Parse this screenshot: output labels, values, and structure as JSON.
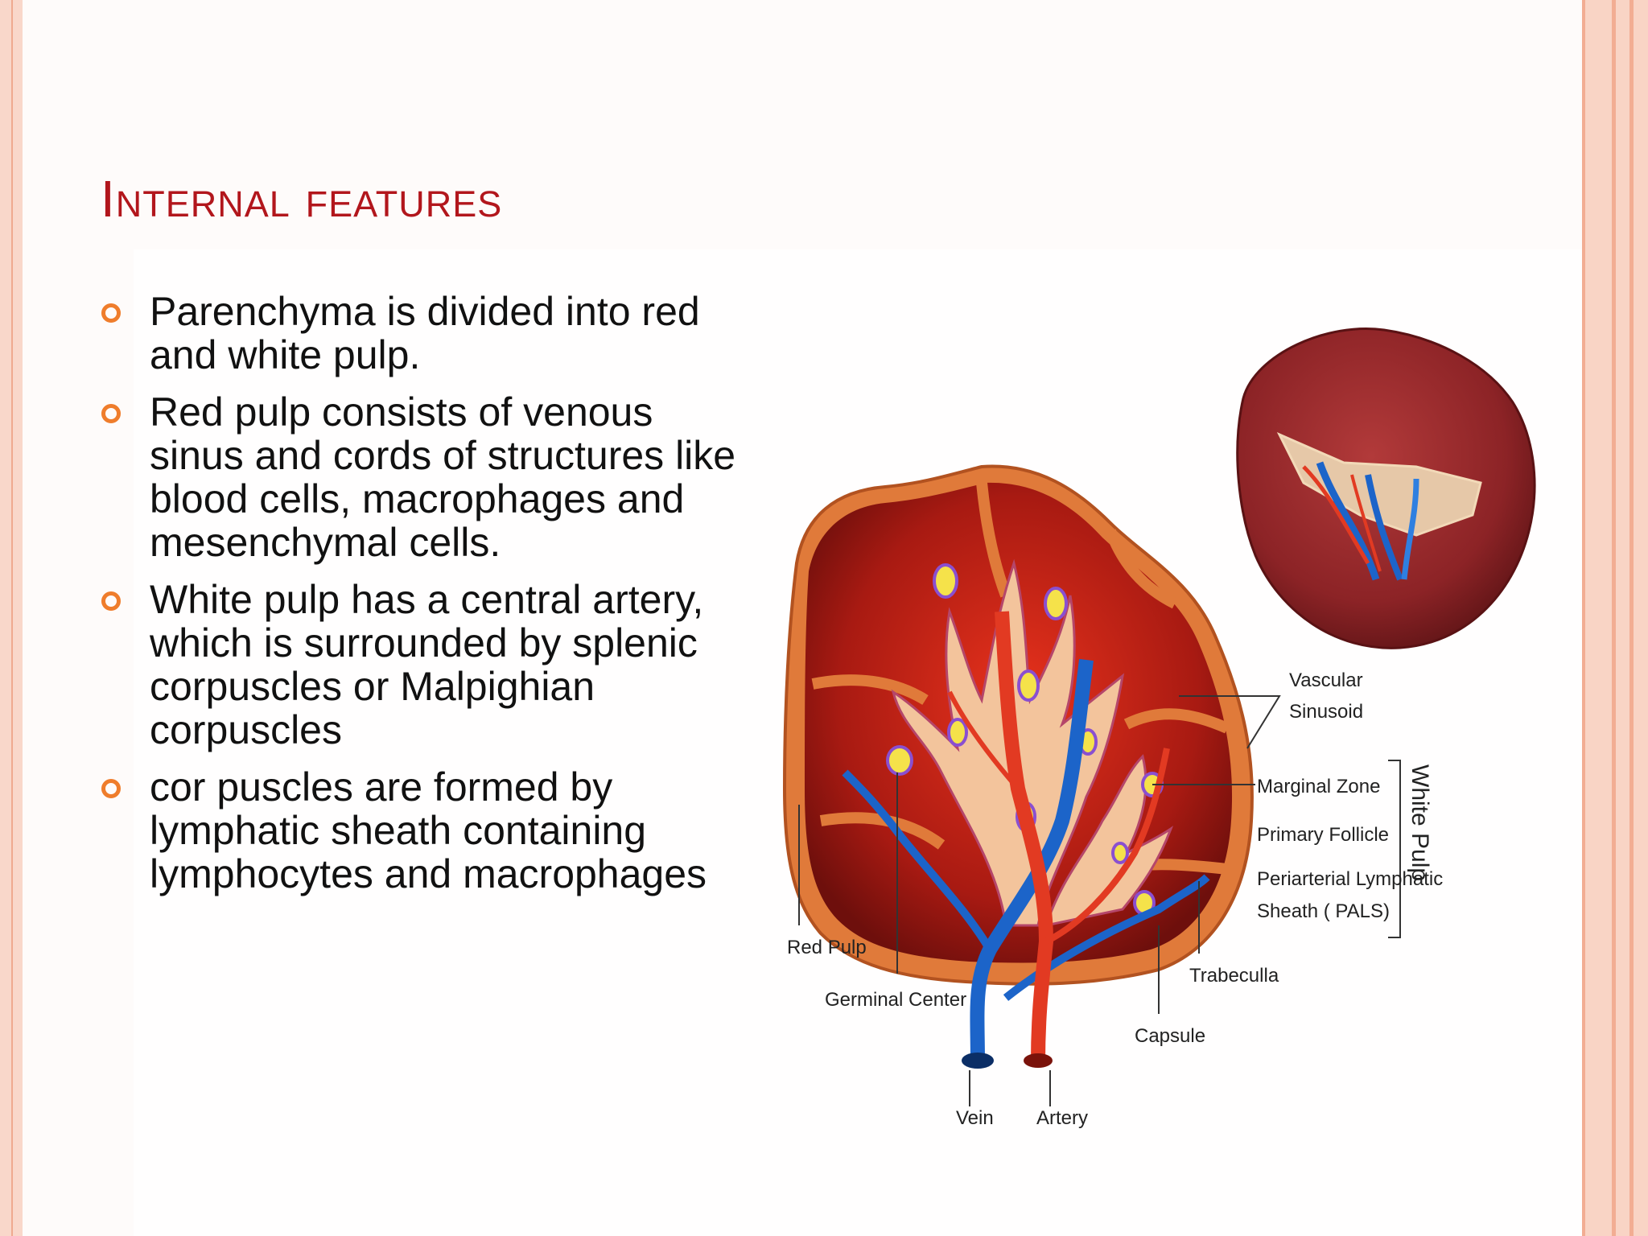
{
  "slide": {
    "title": "Internal features",
    "bullets": [
      "Parenchyma is divided into red and white pulp.",
      "Red pulp consists of venous sinus and cords of structures like blood cells, macrophages and mesenchymal cells.",
      "White pulp has a central artery, which is surrounded by splenic corpuscles or Malpighian corpuscles",
      "cor puscles are formed by lymphatic sheath containing lymphocytes and macrophages"
    ]
  },
  "figure": {
    "labels": {
      "vascular_1": "Vascular",
      "vascular_2": "Sinusoid",
      "marginal_zone": "Marginal Zone",
      "primary_follicle": "Primary Follicle",
      "pals_1": "Periarterial Lymphatic",
      "pals_2": "Sheath ( PALS)",
      "white_pulp": "White Pulp",
      "red_pulp": "Red Pulp",
      "germinal_center": "Germinal Center",
      "trabecula": "Trabeculla",
      "capsule": "Capsule",
      "vein": "Vein",
      "artery": "Artery"
    }
  },
  "colors": {
    "title": "#b2161c",
    "bullet": "#ef7d2c",
    "frame": "#f9d4c5",
    "vein": "#1c64c9",
    "artery": "#e23a22"
  }
}
